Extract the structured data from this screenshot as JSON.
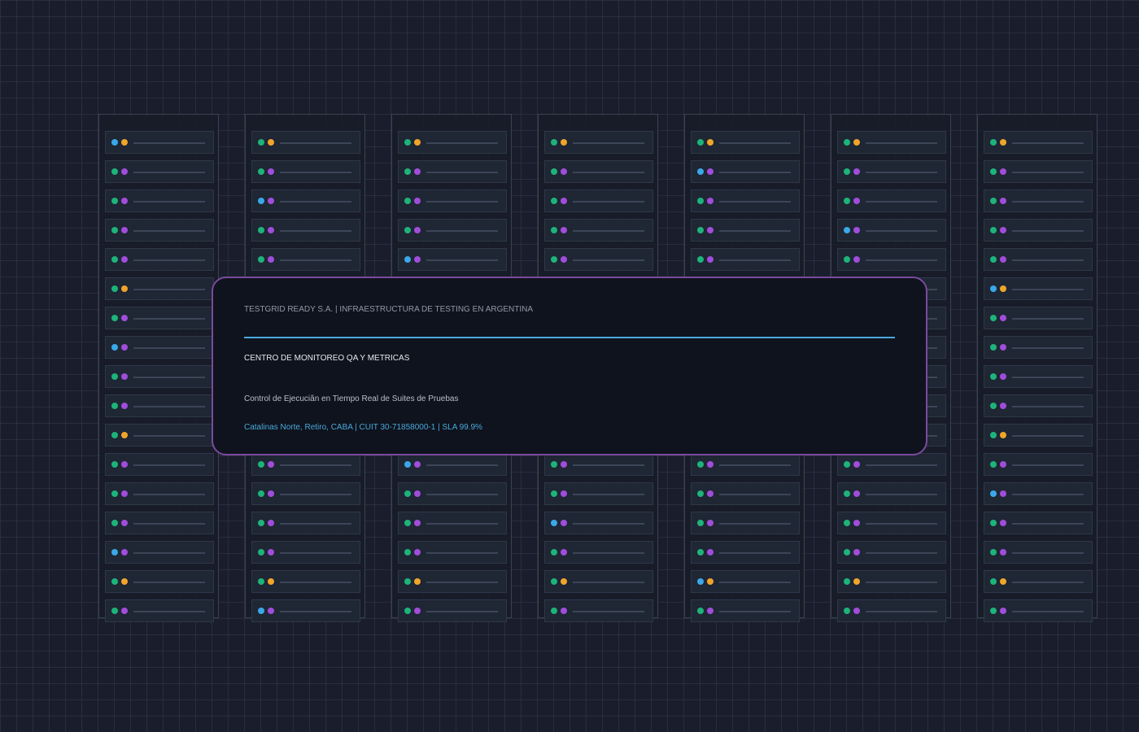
{
  "colors": {
    "background": "#1a1e2c",
    "panel_border": "#7b4a9e",
    "accent": "#49a9dc",
    "led_green": "#1db37a",
    "led_blue": "#3aa8e8",
    "led_purple": "#a04ddb",
    "led_orange": "#f0a52a"
  },
  "panel": {
    "company_line": "TESTGRID READY S.A. | INFRAESTRUCTURA DE TESTING EN ARGENTINA",
    "title": "CENTRO DE MONITOREO QA Y METRICAS",
    "subtitle": "Control de Ejecuciãn en Tiempo Real de Suites de Pruebas",
    "info_line": "Catalinas Norte, Retiro, CABA | CUIT 30-71858000-1 | SLA 99.9%"
  },
  "racks": [
    {
      "units": [
        {
          "leds": [
            "led_blue",
            "led_orange"
          ]
        },
        {
          "leds": [
            "led_green",
            "led_purple"
          ]
        },
        {
          "leds": [
            "led_green",
            "led_purple"
          ]
        },
        {
          "leds": [
            "led_green",
            "led_purple"
          ]
        },
        {
          "leds": [
            "led_green",
            "led_purple"
          ]
        },
        {
          "leds": [
            "led_green",
            "led_orange"
          ]
        },
        {
          "leds": [
            "led_green",
            "led_purple"
          ]
        },
        {
          "leds": [
            "led_blue",
            "led_purple"
          ]
        },
        {
          "leds": [
            "led_green",
            "led_purple"
          ]
        },
        {
          "leds": [
            "led_green",
            "led_purple"
          ]
        },
        {
          "leds": [
            "led_green",
            "led_orange"
          ]
        },
        {
          "leds": [
            "led_green",
            "led_purple"
          ]
        },
        {
          "leds": [
            "led_green",
            "led_purple"
          ]
        },
        {
          "leds": [
            "led_green",
            "led_purple"
          ]
        },
        {
          "leds": [
            "led_blue",
            "led_purple"
          ]
        },
        {
          "leds": [
            "led_green",
            "led_orange"
          ]
        },
        {
          "leds": [
            "led_green",
            "led_purple"
          ]
        }
      ]
    },
    {
      "units": [
        {
          "leds": [
            "led_green",
            "led_orange"
          ]
        },
        {
          "leds": [
            "led_green",
            "led_purple"
          ]
        },
        {
          "leds": [
            "led_blue",
            "led_purple"
          ]
        },
        {
          "leds": [
            "led_green",
            "led_purple"
          ]
        },
        {
          "leds": [
            "led_green",
            "led_purple"
          ]
        },
        {
          "leds": [
            "led_green",
            "led_purple"
          ]
        },
        {
          "leds": [
            "led_green",
            "led_purple"
          ]
        },
        {
          "leds": [
            "led_green",
            "led_purple"
          ]
        },
        {
          "leds": [
            "led_green",
            "led_purple"
          ]
        },
        {
          "leds": [
            "led_green",
            "led_purple"
          ]
        },
        {
          "leds": [
            "led_green",
            "led_purple"
          ]
        },
        {
          "leds": [
            "led_green",
            "led_purple"
          ]
        },
        {
          "leds": [
            "led_green",
            "led_purple"
          ]
        },
        {
          "leds": [
            "led_green",
            "led_purple"
          ]
        },
        {
          "leds": [
            "led_green",
            "led_purple"
          ]
        },
        {
          "leds": [
            "led_green",
            "led_orange"
          ]
        },
        {
          "leds": [
            "led_blue",
            "led_purple"
          ]
        }
      ]
    },
    {
      "units": [
        {
          "leds": [
            "led_green",
            "led_orange"
          ]
        },
        {
          "leds": [
            "led_green",
            "led_purple"
          ]
        },
        {
          "leds": [
            "led_green",
            "led_purple"
          ]
        },
        {
          "leds": [
            "led_green",
            "led_purple"
          ]
        },
        {
          "leds": [
            "led_blue",
            "led_purple"
          ]
        },
        {
          "leds": [
            "led_green",
            "led_purple"
          ]
        },
        {
          "leds": [
            "led_green",
            "led_purple"
          ]
        },
        {
          "leds": [
            "led_green",
            "led_purple"
          ]
        },
        {
          "leds": [
            "led_green",
            "led_purple"
          ]
        },
        {
          "leds": [
            "led_green",
            "led_purple"
          ]
        },
        {
          "leds": [
            "led_green",
            "led_purple"
          ]
        },
        {
          "leds": [
            "led_blue",
            "led_purple"
          ]
        },
        {
          "leds": [
            "led_green",
            "led_purple"
          ]
        },
        {
          "leds": [
            "led_green",
            "led_purple"
          ]
        },
        {
          "leds": [
            "led_green",
            "led_purple"
          ]
        },
        {
          "leds": [
            "led_green",
            "led_orange"
          ]
        },
        {
          "leds": [
            "led_green",
            "led_purple"
          ]
        }
      ]
    },
    {
      "units": [
        {
          "leds": [
            "led_green",
            "led_orange"
          ]
        },
        {
          "leds": [
            "led_green",
            "led_purple"
          ]
        },
        {
          "leds": [
            "led_green",
            "led_purple"
          ]
        },
        {
          "leds": [
            "led_green",
            "led_purple"
          ]
        },
        {
          "leds": [
            "led_green",
            "led_purple"
          ]
        },
        {
          "leds": [
            "led_green",
            "led_purple"
          ]
        },
        {
          "leds": [
            "led_green",
            "led_purple"
          ]
        },
        {
          "leds": [
            "led_green",
            "led_purple"
          ]
        },
        {
          "leds": [
            "led_green",
            "led_purple"
          ]
        },
        {
          "leds": [
            "led_green",
            "led_purple"
          ]
        },
        {
          "leds": [
            "led_green",
            "led_purple"
          ]
        },
        {
          "leds": [
            "led_green",
            "led_purple"
          ]
        },
        {
          "leds": [
            "led_green",
            "led_purple"
          ]
        },
        {
          "leds": [
            "led_blue",
            "led_purple"
          ]
        },
        {
          "leds": [
            "led_green",
            "led_purple"
          ]
        },
        {
          "leds": [
            "led_green",
            "led_orange"
          ]
        },
        {
          "leds": [
            "led_green",
            "led_purple"
          ]
        }
      ]
    },
    {
      "units": [
        {
          "leds": [
            "led_green",
            "led_orange"
          ]
        },
        {
          "leds": [
            "led_blue",
            "led_purple"
          ]
        },
        {
          "leds": [
            "led_green",
            "led_purple"
          ]
        },
        {
          "leds": [
            "led_green",
            "led_purple"
          ]
        },
        {
          "leds": [
            "led_green",
            "led_purple"
          ]
        },
        {
          "leds": [
            "led_green",
            "led_purple"
          ]
        },
        {
          "leds": [
            "led_green",
            "led_purple"
          ]
        },
        {
          "leds": [
            "led_green",
            "led_purple"
          ]
        },
        {
          "leds": [
            "led_green",
            "led_purple"
          ]
        },
        {
          "leds": [
            "led_green",
            "led_purple"
          ]
        },
        {
          "leds": [
            "led_green",
            "led_purple"
          ]
        },
        {
          "leds": [
            "led_green",
            "led_purple"
          ]
        },
        {
          "leds": [
            "led_green",
            "led_purple"
          ]
        },
        {
          "leds": [
            "led_green",
            "led_purple"
          ]
        },
        {
          "leds": [
            "led_green",
            "led_purple"
          ]
        },
        {
          "leds": [
            "led_blue",
            "led_orange"
          ]
        },
        {
          "leds": [
            "led_green",
            "led_purple"
          ]
        }
      ]
    },
    {
      "units": [
        {
          "leds": [
            "led_green",
            "led_orange"
          ]
        },
        {
          "leds": [
            "led_green",
            "led_purple"
          ]
        },
        {
          "leds": [
            "led_green",
            "led_purple"
          ]
        },
        {
          "leds": [
            "led_blue",
            "led_purple"
          ]
        },
        {
          "leds": [
            "led_green",
            "led_purple"
          ]
        },
        {
          "leds": [
            "led_green",
            "led_purple"
          ]
        },
        {
          "leds": [
            "led_green",
            "led_purple"
          ]
        },
        {
          "leds": [
            "led_green",
            "led_purple"
          ]
        },
        {
          "leds": [
            "led_green",
            "led_purple"
          ]
        },
        {
          "leds": [
            "led_green",
            "led_purple"
          ]
        },
        {
          "leds": [
            "led_green",
            "led_purple"
          ]
        },
        {
          "leds": [
            "led_green",
            "led_purple"
          ]
        },
        {
          "leds": [
            "led_green",
            "led_purple"
          ]
        },
        {
          "leds": [
            "led_green",
            "led_purple"
          ]
        },
        {
          "leds": [
            "led_green",
            "led_purple"
          ]
        },
        {
          "leds": [
            "led_green",
            "led_orange"
          ]
        },
        {
          "leds": [
            "led_green",
            "led_purple"
          ]
        }
      ]
    },
    {
      "units": [
        {
          "leds": [
            "led_green",
            "led_orange"
          ]
        },
        {
          "leds": [
            "led_green",
            "led_purple"
          ]
        },
        {
          "leds": [
            "led_green",
            "led_purple"
          ]
        },
        {
          "leds": [
            "led_green",
            "led_purple"
          ]
        },
        {
          "leds": [
            "led_green",
            "led_purple"
          ]
        },
        {
          "leds": [
            "led_blue",
            "led_orange"
          ]
        },
        {
          "leds": [
            "led_green",
            "led_purple"
          ]
        },
        {
          "leds": [
            "led_green",
            "led_purple"
          ]
        },
        {
          "leds": [
            "led_green",
            "led_purple"
          ]
        },
        {
          "leds": [
            "led_green",
            "led_purple"
          ]
        },
        {
          "leds": [
            "led_green",
            "led_orange"
          ]
        },
        {
          "leds": [
            "led_green",
            "led_purple"
          ]
        },
        {
          "leds": [
            "led_blue",
            "led_purple"
          ]
        },
        {
          "leds": [
            "led_green",
            "led_purple"
          ]
        },
        {
          "leds": [
            "led_green",
            "led_purple"
          ]
        },
        {
          "leds": [
            "led_green",
            "led_orange"
          ]
        },
        {
          "leds": [
            "led_green",
            "led_purple"
          ]
        }
      ]
    }
  ]
}
